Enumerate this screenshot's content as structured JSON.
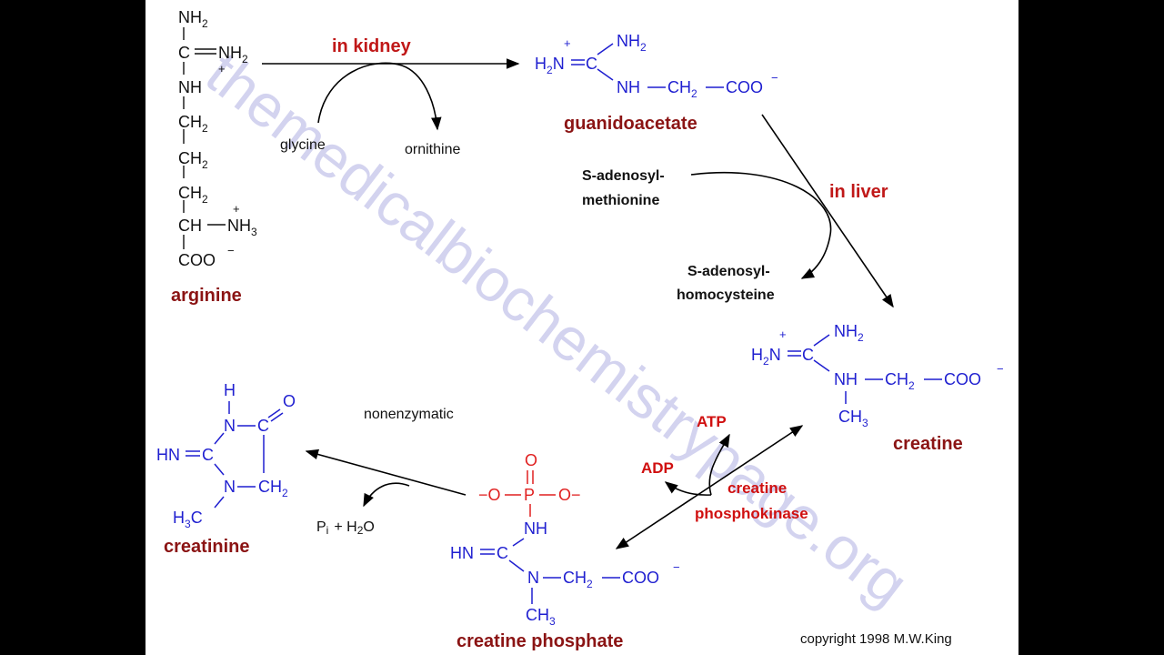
{
  "watermark": "themedicalbiochemistrypage.org",
  "arginine": {
    "name": "arginine",
    "nh2_top": "NH",
    "nh2_top_sub": "2",
    "c_eq": "C",
    "eq_nh2": "NH",
    "eq_nh2_sub": "2",
    "plus": "+",
    "nh": "NH",
    "ch2": "CH",
    "ch2_sub": "2",
    "ch": "CH",
    "nh3": "NH",
    "nh3_sub": "3",
    "nh3_plus": "+",
    "coo": "COO",
    "coo_minus": "−"
  },
  "guanidoacetate": {
    "name": "guanidoacetate",
    "h2n": "H",
    "h2n_sub": "2",
    "h2n_n": "N",
    "plus": "+",
    "eq_c": "C",
    "nh2": "NH",
    "nh2_sub": "2",
    "nh": "NH",
    "ch2": "CH",
    "ch2_sub": "2",
    "coo": "COO",
    "coo_minus": "−"
  },
  "creatine": {
    "name": "creatine",
    "h2n": "H",
    "h2n_sub": "2",
    "h2n_n": "N",
    "plus": "+",
    "eq_c": "C",
    "nh2": "NH",
    "nh2_sub": "2",
    "nh": "NH",
    "ch2": "CH",
    "ch2_sub": "2",
    "coo": "COO",
    "coo_minus": "−",
    "ch3": "CH",
    "ch3_sub": "3"
  },
  "creatine_phosphate": {
    "name": "creatine phosphate",
    "o_top": "O",
    "minus_o_left": "−O",
    "p": "P",
    "o_right_minus": "O−",
    "nh": "NH",
    "hn": "HN",
    "eq_c": "C",
    "n": "N",
    "ch2": "CH",
    "ch2_sub": "2",
    "coo": "COO",
    "coo_minus": "−",
    "ch3": "CH",
    "ch3_sub": "3"
  },
  "creatinine": {
    "name": "creatinine",
    "h": "H",
    "n1": "N",
    "c_top": "C",
    "o": "O",
    "hn": "HN",
    "eq_c": "C",
    "n2": "N",
    "ch2": "CH",
    "ch2_sub": "2",
    "h3c": "H",
    "h3c_sub": "3",
    "h3c_c": "C"
  },
  "reactions": {
    "kidney": {
      "location": "in kidney",
      "cosubstrate": "glycine",
      "coproduct": "ornithine"
    },
    "liver": {
      "location": "in liver",
      "cosubstrate_line1": "S-adenosyl-",
      "cosubstrate_line2": "methionine",
      "coproduct_line1": "S-adenosyl-",
      "coproduct_line2": "homocysteine"
    },
    "kinase": {
      "atp": "ATP",
      "adp": "ADP",
      "enzyme_line1": "creatine",
      "enzyme_line2": "phosphokinase"
    },
    "nonenzymatic": {
      "label": "nonenzymatic",
      "pi": "P",
      "pi_sub": "i",
      "plus_water": "+ H",
      "water_sub": "2",
      "water_o": "O"
    }
  },
  "copyright": "copyright 1998 M.W.King",
  "colors": {
    "structure_blue": "#1f1fd0",
    "phosphate_red": "#e02020",
    "title_maroon": "#8b1414",
    "location_red": "#c01818"
  }
}
